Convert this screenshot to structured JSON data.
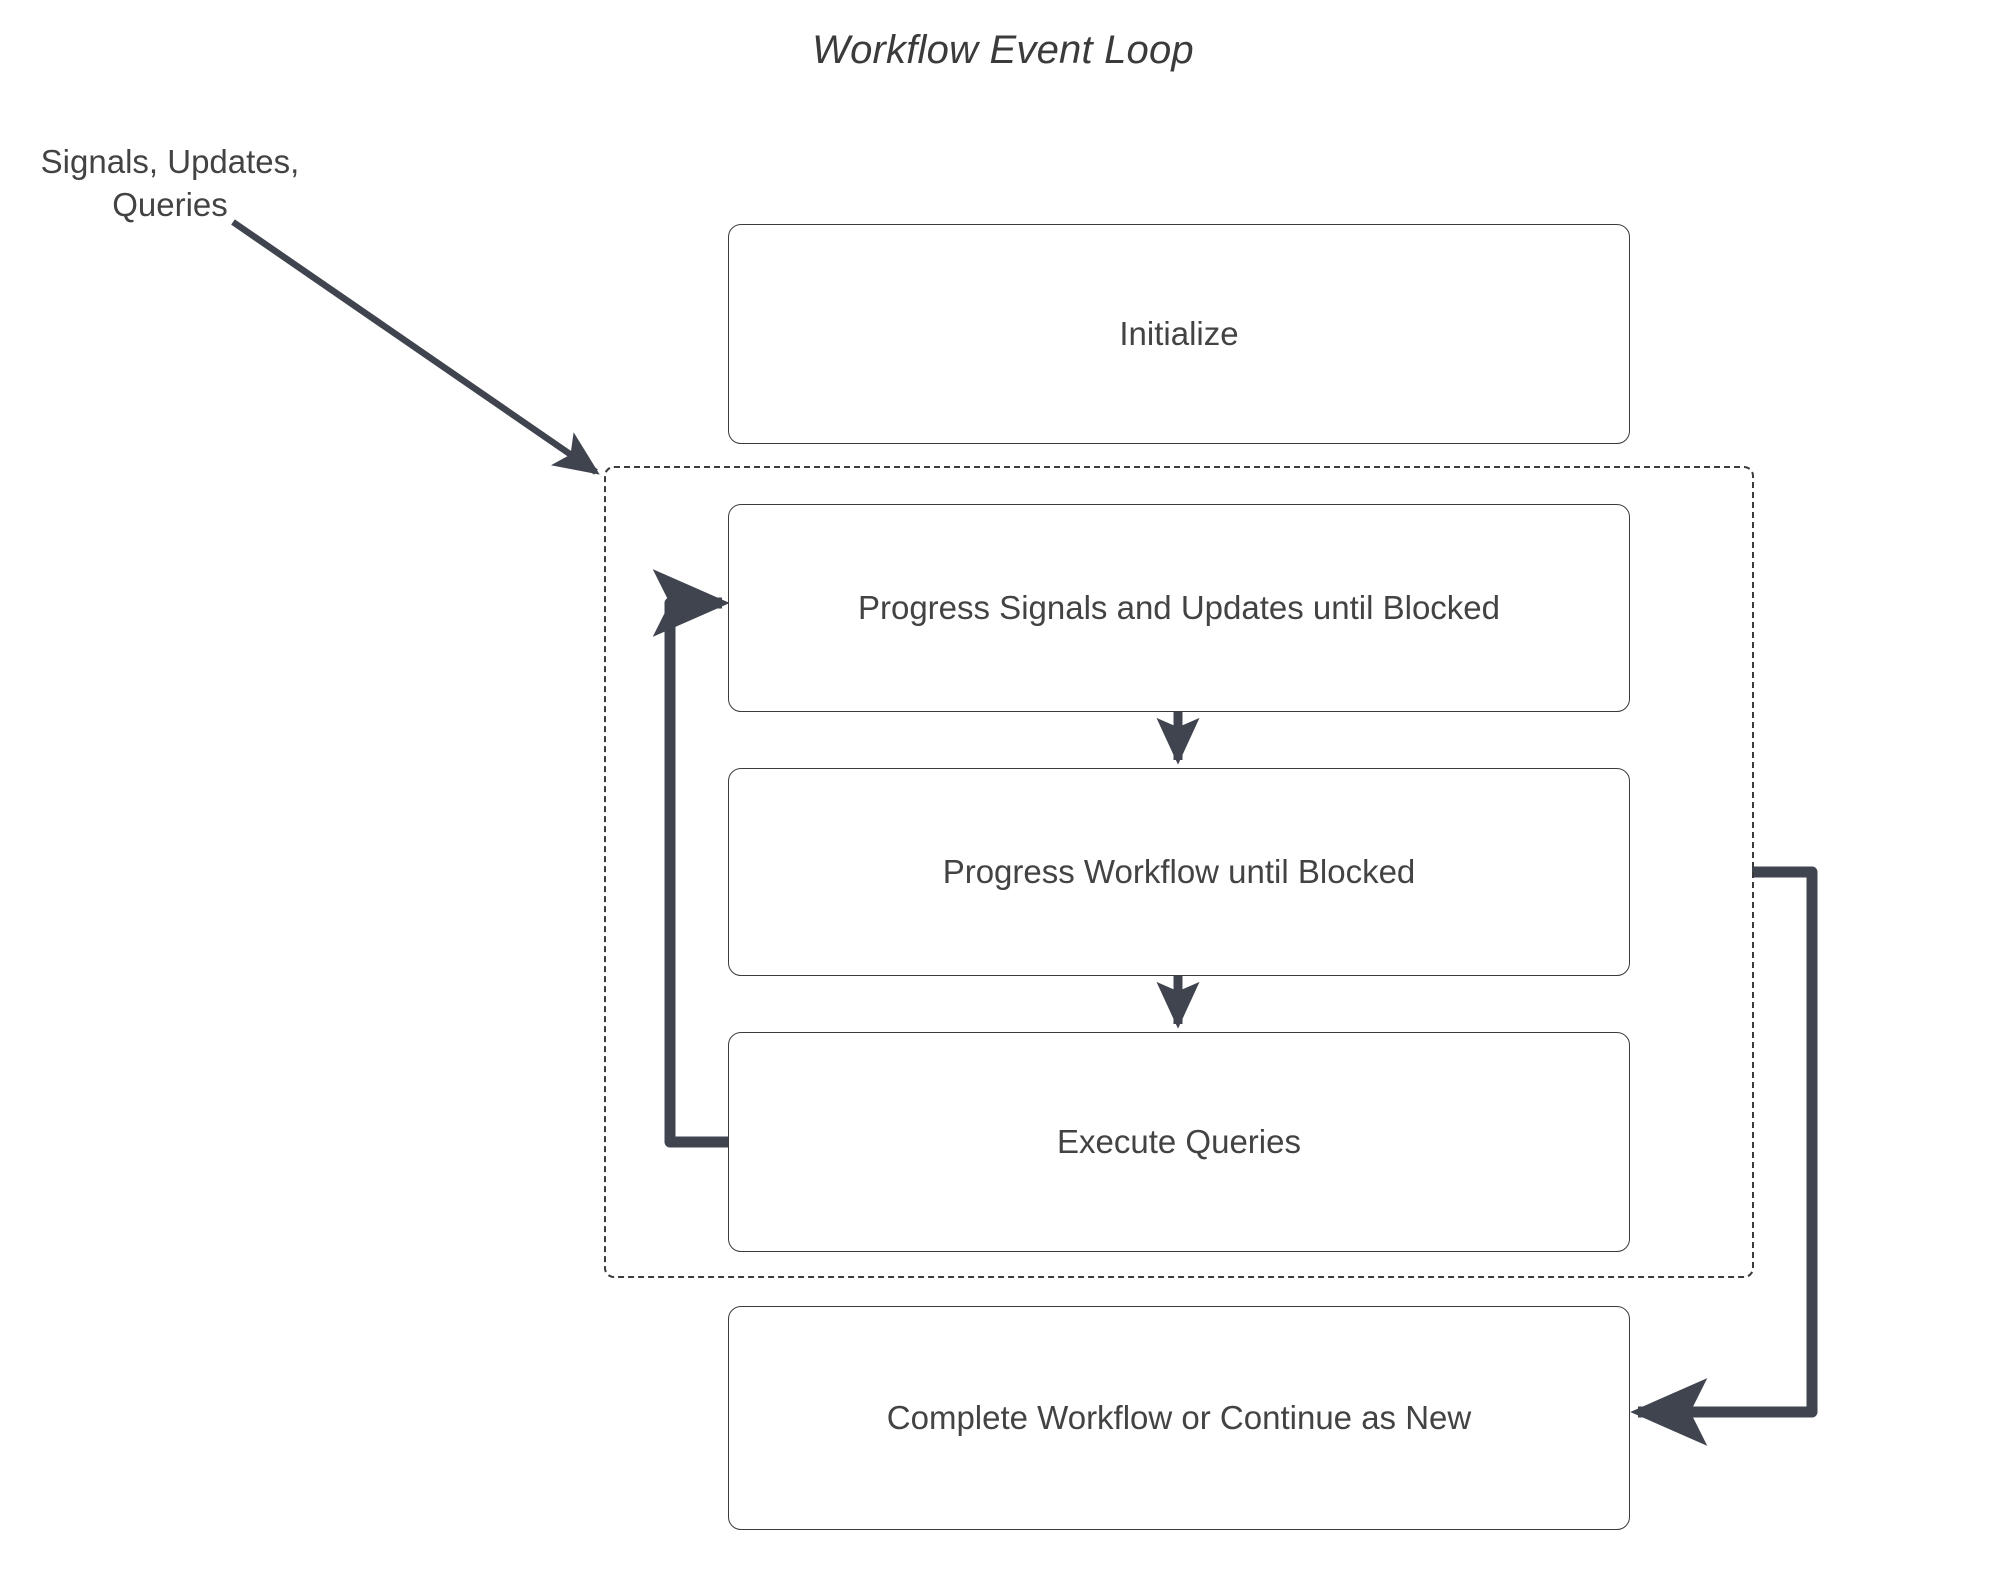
{
  "diagram": {
    "title": "Workflow Event Loop",
    "background_color": "#ffffff",
    "node_border_color": "#3b3b3b",
    "text_color": "#434343",
    "edge_color": "#3f444f",
    "external_label": "Signals, Updates,\nQueries",
    "external_label_line1": "Signals, Updates,",
    "external_label_line2": "Queries",
    "loop_region": {
      "name": "event-loop-region",
      "border_style": "dashed"
    },
    "nodes": [
      {
        "id": "initialize",
        "label": "Initialize"
      },
      {
        "id": "progress-signals-updates",
        "label": "Progress Signals and Updates until Blocked"
      },
      {
        "id": "progress-workflow",
        "label": "Progress Workflow until Blocked"
      },
      {
        "id": "execute-queries",
        "label": "Execute Queries"
      },
      {
        "id": "complete-workflow",
        "label": "Complete Workflow or Continue as New"
      }
    ],
    "edges": [
      {
        "id": "signals-to-loop",
        "from": "Signals, Updates, Queries",
        "to": "event-loop-region",
        "style": "solid-arrow"
      },
      {
        "id": "su-to-wf",
        "from": "Progress Signals and Updates until Blocked",
        "to": "Progress Workflow until Blocked",
        "style": "solid-arrow"
      },
      {
        "id": "wf-to-queries",
        "from": "Progress Workflow until Blocked",
        "to": "Execute Queries",
        "style": "solid-arrow"
      },
      {
        "id": "queries-loop-back",
        "from": "Execute Queries",
        "to": "Progress Signals and Updates until Blocked",
        "style": "elbow-arrow"
      },
      {
        "id": "loop-to-complete",
        "from": "event-loop-region",
        "to": "Complete Workflow or Continue as New",
        "style": "elbow-arrow"
      }
    ]
  }
}
